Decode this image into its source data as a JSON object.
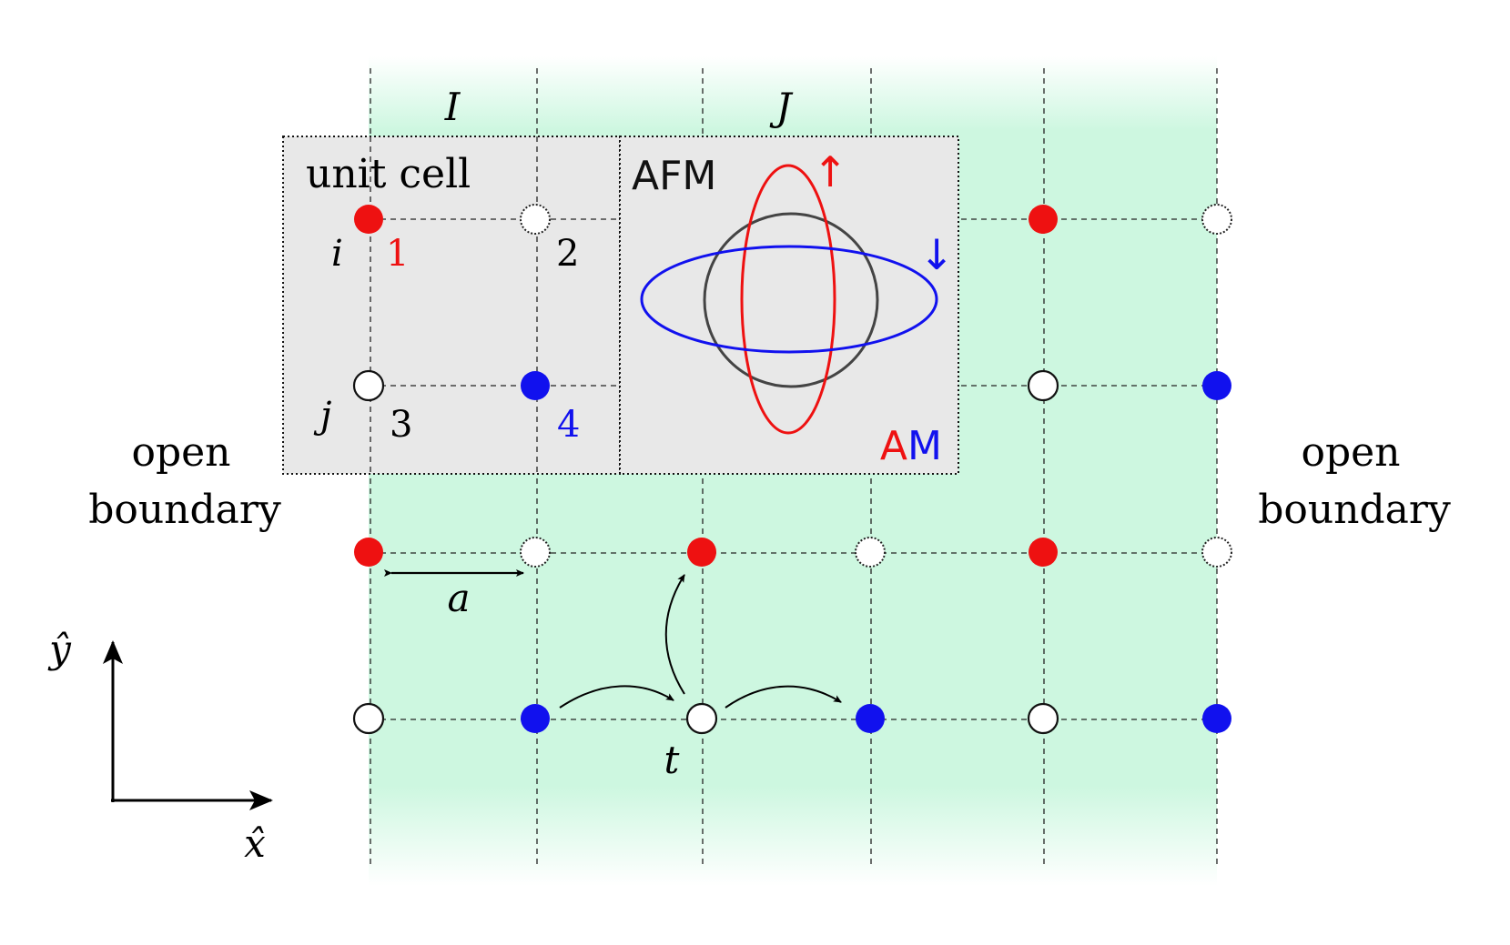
{
  "labels": {
    "cell_I": "I",
    "cell_J": "J",
    "unit_cell": "unit cell",
    "site_i": "i",
    "site_j": "j",
    "sub_1": "1",
    "sub_2": "2",
    "sub_3": "3",
    "sub_4": "4",
    "afm": "AFM",
    "am_a": "A",
    "am_m": "M",
    "spin_up": "↑",
    "spin_down": "↓",
    "open_left_1": "open",
    "open_left_2": "boundary",
    "open_right_1": "open",
    "open_right_2": "boundary",
    "lattice_a": "a",
    "hopping_t": "t",
    "axis_x": "x̂",
    "axis_y": "ŷ"
  },
  "colors": {
    "spin_up": "#ee1111",
    "spin_down": "#1111ee",
    "empty_site": "#ffffff",
    "region_fill": "#cdf7e0",
    "box_fill": "#e8e8e8",
    "afm_circle": "#444444"
  }
}
